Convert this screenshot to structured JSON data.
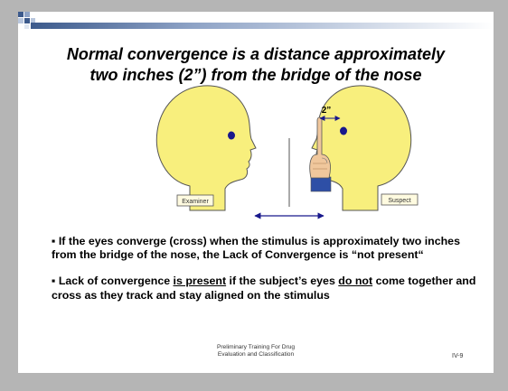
{
  "slide": {
    "title_line1": "Normal convergence is a distance approximately",
    "title_line2": "two inches (2”) from the bridge of the nose",
    "illustration": {
      "examiner_label": "Examiner",
      "suspect_label": "Suspect",
      "distance_label": "2”"
    },
    "bullets": [
      {
        "a": "▪ If the eyes converge (cross) when the stimulus is approximately two inches from the bridge of the nose, the Lack of Convergence is “not present“"
      },
      {
        "a": "▪ Lack of convergence ",
        "b": "is present",
        "c": " if the subject’s eyes ",
        "d": "do not",
        "e": " come together and cross as they track and stay aligned on the stimulus"
      }
    ],
    "footer_line1": "Preliminary Training For Drug",
    "footer_line2": "Evaluation and Classification",
    "page_number": "IV-9"
  },
  "colors": {
    "page_background": "#b5b5b5",
    "slide_background": "#ffffff",
    "band_dark": "#3c5a8c",
    "band_light": "#b8c6dd",
    "head_fill": "#f8ef7d",
    "head_outline": "#555555",
    "eye": "#18188c",
    "hand": "#f0c79c",
    "sleeve": "#2e4fa6",
    "arrow": "#18188c"
  },
  "icons": [
    "examiner-head-icon",
    "suspect-head-icon",
    "raised-finger-hand-icon"
  ]
}
